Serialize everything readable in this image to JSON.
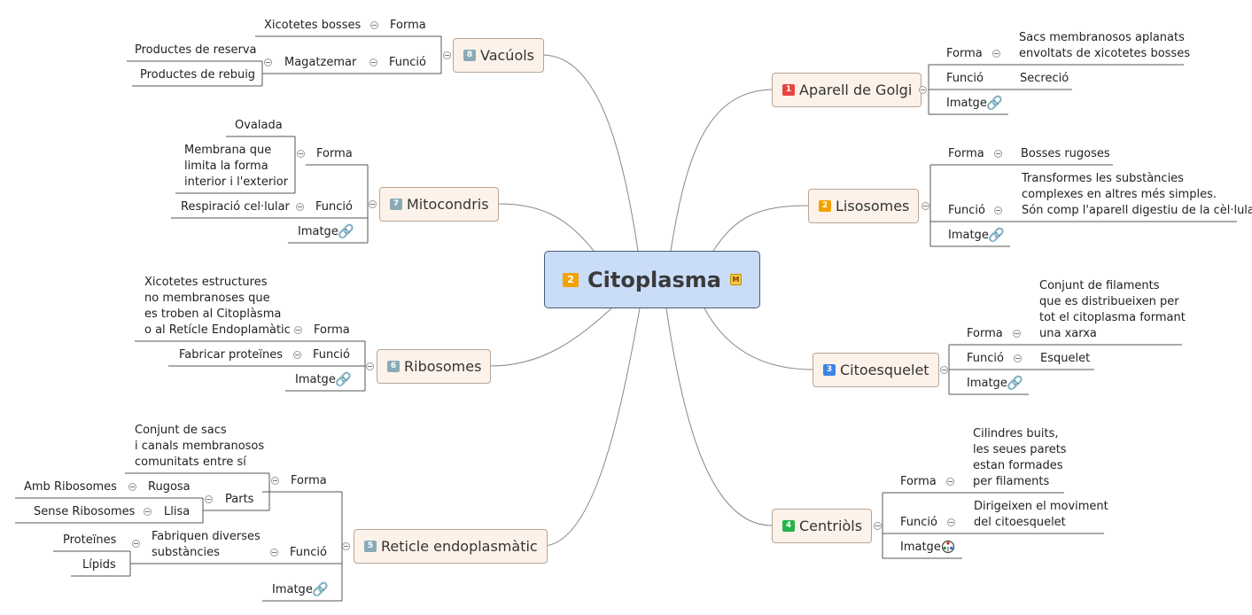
{
  "central": {
    "badge": "2",
    "title": "Citoplasma",
    "marker": "M"
  },
  "colors": {
    "badge_red": "#e8453c",
    "badge_orange": "#f2a300",
    "badge_blue": "#3d83e6",
    "badge_green": "#25b34b",
    "badge_gray": "#8aabb6",
    "link_blue": "#3b6fd6"
  },
  "nodes": {
    "golgi": {
      "badge": "1",
      "title": "Aparell de Golgi",
      "forma_label": "Forma",
      "forma_line1": "Sacs membranosos aplanats",
      "forma_line2": "envoltats de xicotetes bosses",
      "funcio_label": "Funció",
      "funcio_value": "Secreció",
      "imatge_label": "Imatge",
      "imatge_icon": "link-icon"
    },
    "lisosomes": {
      "badge": "2",
      "title": "Lisosomes",
      "forma_label": "Forma",
      "forma_value": "Bosses rugoses",
      "funcio_label": "Funció",
      "funcio_line1": "Transformes les substàncies",
      "funcio_line2": "complexes en altres més simples.",
      "funcio_line3": "Són comp l'aparell digestiu de la cèl·lula",
      "imatge_label": "Imatge",
      "imatge_icon": "link-icon"
    },
    "citoesquelet": {
      "badge": "3",
      "title": "Citoesquelet",
      "forma_label": "Forma",
      "forma_line1": "Conjunt de filaments",
      "forma_line2": "que es distribueixen per",
      "forma_line3": "tot el citoplasma formant",
      "forma_line4": "una xarxa",
      "funcio_label": "Funció",
      "funcio_value": "Esquelet",
      "imatge_label": "Imatge",
      "imatge_icon": "link-icon"
    },
    "centriols": {
      "badge": "4",
      "title": "Centriòls",
      "forma_label": "Forma",
      "forma_line1": "Cilindres buits,",
      "forma_line2": "les seues parets",
      "forma_line3": "estan formades",
      "forma_line4": "per filaments",
      "funcio_label": "Funció",
      "funcio_line1": "Dirigeixen el moviment",
      "funcio_line2": "del citoesquelet",
      "imatge_label": "Imatge",
      "imatge_icon": "wikipedia-icon"
    },
    "reticle": {
      "badge": "5",
      "title": "Reticle endoplasmàtic",
      "forma_label": "Forma",
      "forma_line1": "Conjunt de sacs",
      "forma_line2": "i canals membranosos",
      "forma_line3": "comunitats entre sí",
      "parts_label": "Parts",
      "rugosa_label": "Rugosa",
      "rugosa_value": "Amb Ribosomes",
      "llisa_label": "Llisa",
      "llisa_value": "Sense Ribosomes",
      "funcio_label": "Funció",
      "funcio_line1": "Fabriquen diverses",
      "funcio_line2": "substàncies",
      "funcio_sub1": "Proteïnes",
      "funcio_sub2": "Lípids",
      "imatge_label": "Imatge",
      "imatge_icon": "link-icon"
    },
    "ribosomes": {
      "badge": "6",
      "title": "Ribosomes",
      "forma_label": "Forma",
      "forma_line1": "Xicotetes estructures",
      "forma_line2": "no membranoses que",
      "forma_line3": "es troben al Citoplàsma",
      "forma_line4": "o al Retícle Endoplamàtic",
      "funcio_label": "Funció",
      "funcio_value": "Fabricar proteïnes",
      "imatge_label": "Imatge",
      "imatge_icon": "link-icon"
    },
    "mitocondris": {
      "badge": "7",
      "title": "Mitocondris",
      "forma_label": "Forma",
      "forma_sub1": "Ovalada",
      "forma_sub2_line1": "Membrana que",
      "forma_sub2_line2": "limita la forma",
      "forma_sub2_line3": "interior i l'exterior",
      "funcio_label": "Funció",
      "funcio_value": "Respiració cel·lular",
      "imatge_label": "Imatge",
      "imatge_icon": "link-icon"
    },
    "vacuols": {
      "badge": "8",
      "title": "Vacúols",
      "forma_label": "Forma",
      "forma_value": "Xicotetes bosses",
      "funcio_label": "Funció",
      "magatzemar_label": "Magatzemar",
      "magatzemar_sub1": "Productes de reserva",
      "magatzemar_sub2": "Productes de rebuig"
    }
  }
}
